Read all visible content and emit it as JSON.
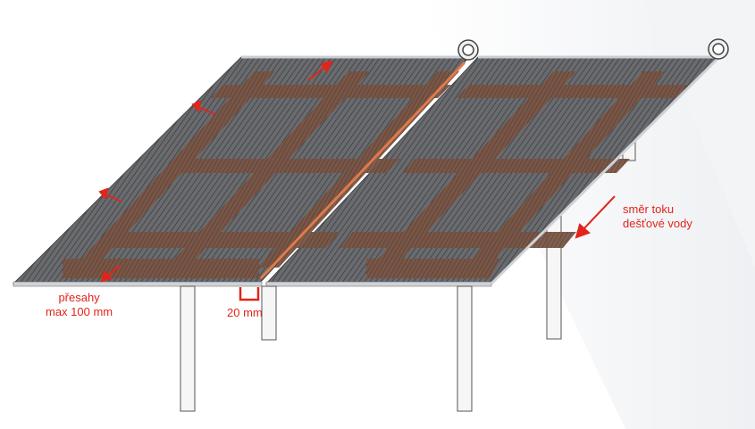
{
  "labels": {
    "flow_line1": "směr toku",
    "flow_line2": "dešťové vody",
    "overlap_line1": "přesahy",
    "overlap_line2": "max 100 mm",
    "gap": "20 mm"
  },
  "colors": {
    "accent": "#e1251b",
    "timber_dark": "#6b4a3a",
    "timber_light": "#8a6552",
    "mesh": "#5a5a5c",
    "sheet_edge": "#c9cdd3",
    "post": "#f4f4f4",
    "post_stroke": "#555555"
  }
}
